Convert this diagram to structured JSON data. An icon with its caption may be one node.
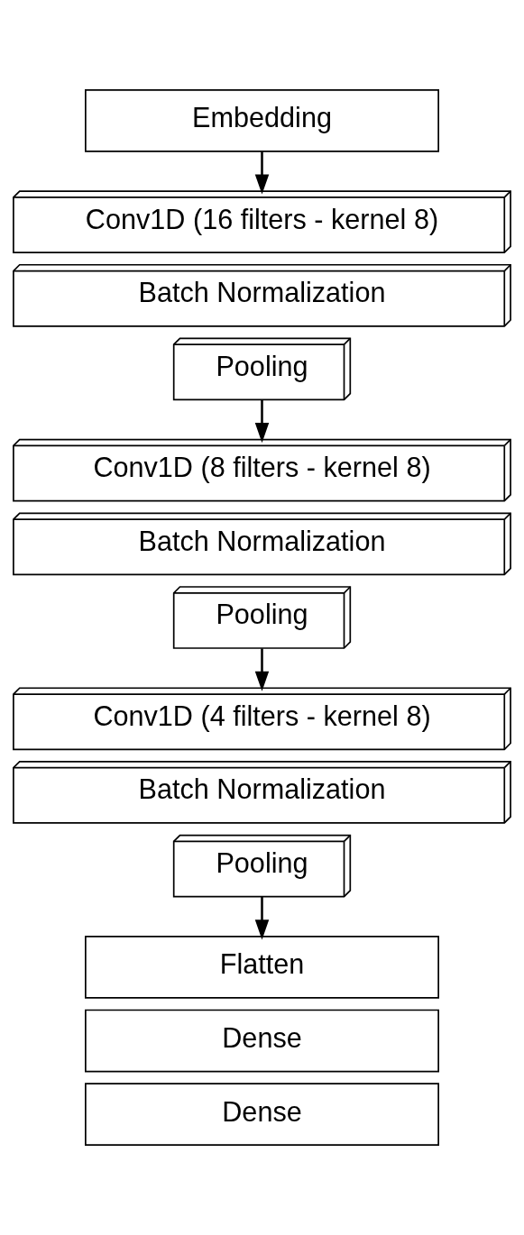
{
  "diagram": {
    "nodes": [
      {
        "text": [
          "Embedding"
        ]
      },
      {
        "text": [
          "Conv1D (16 filters - kernel 8)"
        ]
      },
      {
        "text": [
          "Batch Normalization"
        ]
      },
      {
        "text": [
          "Pooling"
        ]
      },
      {
        "text": [
          "Conv1D (8 filters - kernel 8)"
        ]
      },
      {
        "text": [
          "Batch Normalization"
        ]
      },
      {
        "text": [
          "Pooling"
        ]
      },
      {
        "text": [
          "Conv1D (4 filters - kernel 8)"
        ]
      },
      {
        "text": [
          "Batch Normalization"
        ]
      },
      {
        "text": [
          "Pooling"
        ]
      },
      {
        "text": [
          "Flatten"
        ]
      },
      {
        "text": [
          "Dense"
        ]
      },
      {
        "text": [
          "Dense"
        ]
      }
    ],
    "edges": [
      {
        "from": 0,
        "to": 1,
        "arrow": "to"
      },
      {
        "from": 3,
        "to": 4,
        "arrow": "to"
      },
      {
        "from": 6,
        "to": 7,
        "arrow": "to"
      },
      {
        "from": 9,
        "to": 10,
        "arrow": "to"
      }
    ]
  }
}
